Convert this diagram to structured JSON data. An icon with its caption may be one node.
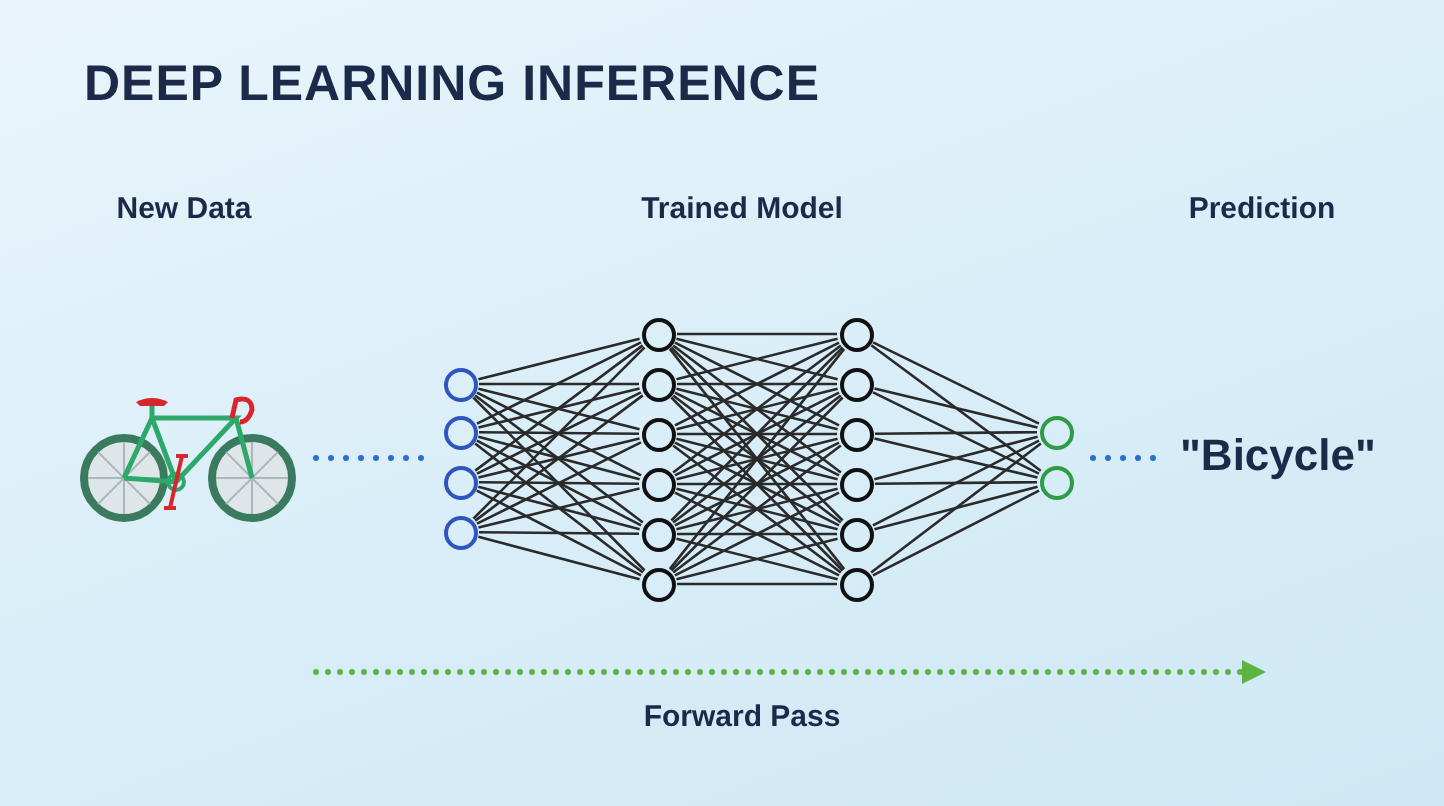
{
  "diagram": {
    "title": "DEEP LEARNING INFERENCE",
    "nodes": [
      {
        "text": [],
        "shape": "picture"
      },
      {
        "text": [],
        "shape": "circle"
      },
      {
        "text": [],
        "shape": "circle"
      },
      {
        "text": [],
        "shape": "circle"
      },
      {
        "text": [],
        "shape": "circle"
      },
      {
        "text": [],
        "shape": "circle"
      },
      {
        "text": [],
        "shape": "circle"
      },
      {
        "text": [],
        "shape": "circle"
      },
      {
        "text": [],
        "shape": "circle"
      },
      {
        "text": [],
        "shape": "circle"
      },
      {
        "text": [],
        "shape": "circle"
      },
      {
        "text": [],
        "shape": "circle"
      },
      {
        "text": [],
        "shape": "circle"
      },
      {
        "text": [],
        "shape": "circle"
      },
      {
        "text": [],
        "shape": "circle"
      },
      {
        "text": [],
        "shape": "circle"
      },
      {
        "text": [],
        "shape": "circle"
      },
      {
        "text": [],
        "shape": "circle"
      },
      {
        "text": [],
        "shape": "circle"
      },
      {
        "text": [
          "\"Bicycle\""
        ]
      }
    ],
    "edges": [
      {
        "from": 0,
        "to": 2,
        "arrow": "none",
        "style": "dashed",
        "color": "#2a6fc9"
      },
      {
        "from": 17,
        "to": 19,
        "arrow": "none",
        "style": "dashed",
        "color": "#2a6fc9"
      },
      {
        "from": 1,
        "to": 5,
        "arrow": "none"
      },
      {
        "from": 1,
        "to": 6,
        "arrow": "none"
      },
      {
        "from": 1,
        "to": 7,
        "arrow": "none"
      },
      {
        "from": 1,
        "to": 8,
        "arrow": "none"
      },
      {
        "from": 1,
        "to": 9,
        "arrow": "none"
      },
      {
        "from": 1,
        "to": 10,
        "arrow": "none"
      },
      {
        "from": 2,
        "to": 5,
        "arrow": "none"
      },
      {
        "from": 2,
        "to": 6,
        "arrow": "none"
      },
      {
        "from": 2,
        "to": 7,
        "arrow": "none"
      },
      {
        "from": 2,
        "to": 8,
        "arrow": "none"
      },
      {
        "from": 2,
        "to": 9,
        "arrow": "none"
      },
      {
        "from": 2,
        "to": 10,
        "arrow": "none"
      },
      {
        "from": 3,
        "to": 5,
        "arrow": "none"
      },
      {
        "from": 3,
        "to": 6,
        "arrow": "none"
      },
      {
        "from": 3,
        "to": 7,
        "arrow": "none"
      },
      {
        "from": 3,
        "to": 8,
        "arrow": "none"
      },
      {
        "from": 3,
        "to": 9,
        "arrow": "none"
      },
      {
        "from": 3,
        "to": 10,
        "arrow": "none"
      },
      {
        "from": 4,
        "to": 5,
        "arrow": "none"
      },
      {
        "from": 4,
        "to": 6,
        "arrow": "none"
      },
      {
        "from": 4,
        "to": 7,
        "arrow": "none"
      },
      {
        "from": 4,
        "to": 8,
        "arrow": "none"
      },
      {
        "from": 4,
        "to": 9,
        "arrow": "none"
      },
      {
        "from": 4,
        "to": 10,
        "arrow": "none"
      },
      {
        "from": 5,
        "to": 11,
        "arrow": "none"
      },
      {
        "from": 5,
        "to": 12,
        "arrow": "none"
      },
      {
        "from": 5,
        "to": 13,
        "arrow": "none"
      },
      {
        "from": 5,
        "to": 14,
        "arrow": "none"
      },
      {
        "from": 5,
        "to": 15,
        "arrow": "none"
      },
      {
        "from": 5,
        "to": 16,
        "arrow": "none"
      },
      {
        "from": 6,
        "to": 11,
        "arrow": "none"
      },
      {
        "from": 6,
        "to": 12,
        "arrow": "none"
      },
      {
        "from": 6,
        "to": 13,
        "arrow": "none"
      },
      {
        "from": 6,
        "to": 14,
        "arrow": "none"
      },
      {
        "from": 6,
        "to": 15,
        "arrow": "none"
      },
      {
        "from": 6,
        "to": 16,
        "arrow": "none"
      },
      {
        "from": 7,
        "to": 11,
        "arrow": "none"
      },
      {
        "from": 7,
        "to": 12,
        "arrow": "none"
      },
      {
        "from": 7,
        "to": 13,
        "arrow": "none"
      },
      {
        "from": 7,
        "to": 14,
        "arrow": "none"
      },
      {
        "from": 7,
        "to": 15,
        "arrow": "none"
      },
      {
        "from": 7,
        "to": 16,
        "arrow": "none"
      },
      {
        "from": 8,
        "to": 11,
        "arrow": "none"
      },
      {
        "from": 8,
        "to": 12,
        "arrow": "none"
      },
      {
        "from": 8,
        "to": 13,
        "arrow": "none"
      },
      {
        "from": 8,
        "to": 14,
        "arrow": "none"
      },
      {
        "from": 8,
        "to": 15,
        "arrow": "none"
      },
      {
        "from": 8,
        "to": 16,
        "arrow": "none"
      },
      {
        "from": 9,
        "to": 11,
        "arrow": "none"
      },
      {
        "from": 9,
        "to": 12,
        "arrow": "none"
      },
      {
        "from": 9,
        "to": 13,
        "arrow": "none"
      },
      {
        "from": 9,
        "to": 14,
        "arrow": "none"
      },
      {
        "from": 9,
        "to": 15,
        "arrow": "none"
      },
      {
        "from": 9,
        "to": 16,
        "arrow": "none"
      },
      {
        "from": 10,
        "to": 11,
        "arrow": "none"
      },
      {
        "from": 10,
        "to": 12,
        "arrow": "none"
      },
      {
        "from": 10,
        "to": 13,
        "arrow": "none"
      },
      {
        "from": 10,
        "to": 14,
        "arrow": "none"
      },
      {
        "from": 10,
        "to": 15,
        "arrow": "none"
      },
      {
        "from": 10,
        "to": 16,
        "arrow": "none"
      },
      {
        "from": 11,
        "to": 17,
        "arrow": "none"
      },
      {
        "from": 11,
        "to": 18,
        "arrow": "none"
      },
      {
        "from": 12,
        "to": 17,
        "arrow": "none"
      },
      {
        "from": 12,
        "to": 18,
        "arrow": "none"
      },
      {
        "from": 13,
        "to": 17,
        "arrow": "none"
      },
      {
        "from": 13,
        "to": 18,
        "arrow": "none"
      },
      {
        "from": 14,
        "to": 17,
        "arrow": "none"
      },
      {
        "from": 14,
        "to": 18,
        "arrow": "none"
      },
      {
        "from": 15,
        "to": 17,
        "arrow": "none"
      },
      {
        "from": 15,
        "to": 18,
        "arrow": "none"
      },
      {
        "from": 16,
        "to": 17,
        "arrow": "none"
      },
      {
        "from": 16,
        "to": 18,
        "arrow": "none"
      }
    ],
    "labels": [
      "New Data",
      "Trained Model",
      "Prediction",
      "Forward Pass"
    ]
  }
}
